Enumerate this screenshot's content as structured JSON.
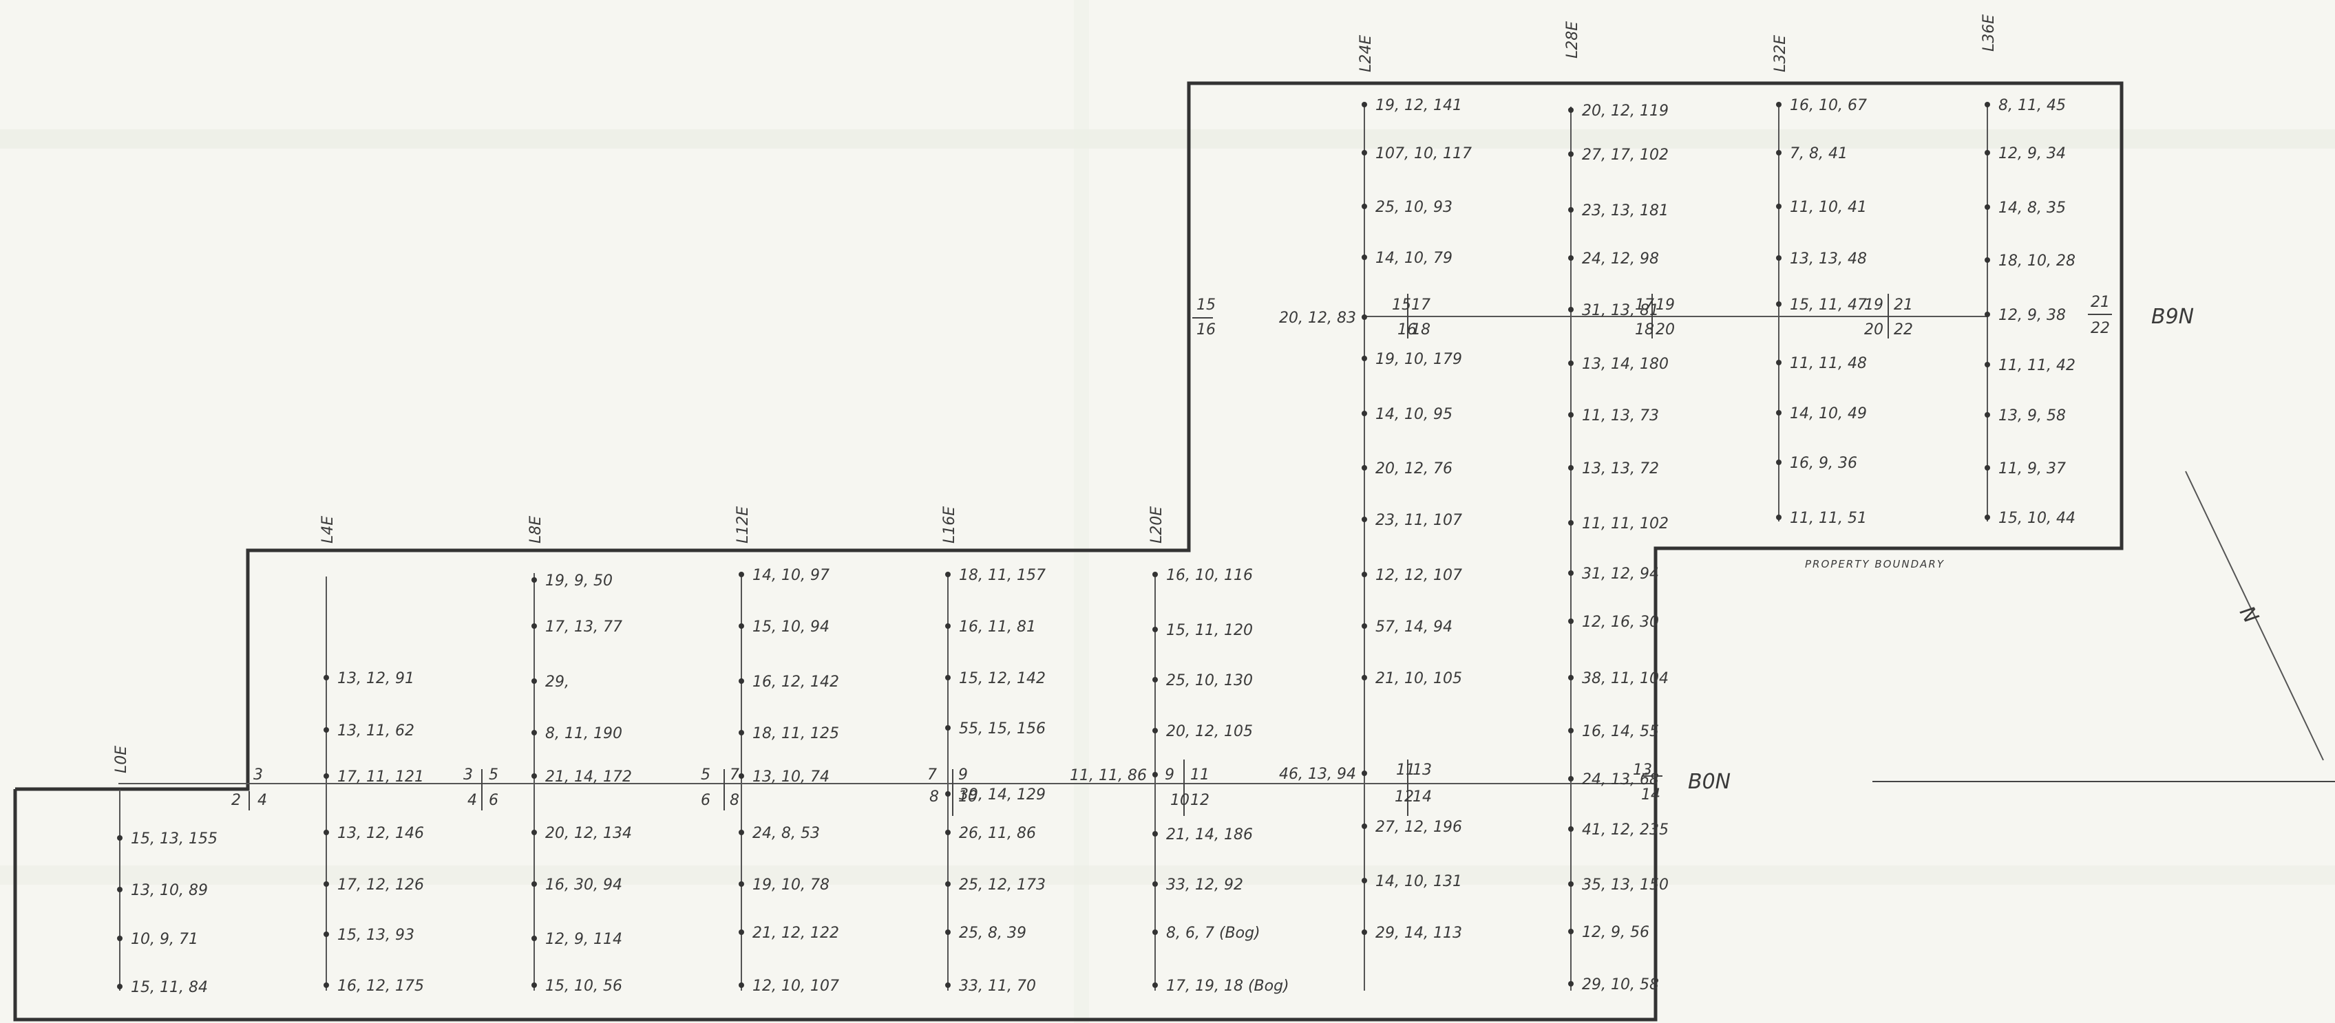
{
  "line_labels": [
    "L0E",
    "L4E",
    "L8E",
    "L12E",
    "L16E",
    "L20E",
    "L24E",
    "L28E",
    "L32E",
    "L36E"
  ],
  "baselines": [
    "B0N",
    "B9N"
  ],
  "property_label": "PROPERTY BOUNDARY",
  "north": "N",
  "samples": {
    "L0E": [
      "15, 13, 155",
      "13, 10, 89",
      "10, 9, 71",
      "15, 11, 84"
    ],
    "L4E": [
      "13, 12, 91",
      "13, 11, 62",
      "17, 11, 121",
      "13, 12, 146",
      "17, 12, 126",
      "15, 13, 93",
      "16, 12, 175"
    ],
    "L8E": [
      "19, 9, 50",
      "17, 13, 77",
      "29,",
      "8, 11, 190",
      "21, 14, 172",
      "20, 12, 134",
      "16, 30, 94",
      "12, 9, 114",
      "15, 10, 56"
    ],
    "L12E": [
      "14, 10, 97",
      "15, 10, 94",
      "16, 12, 142",
      "18, 11, 125",
      "13, 10, 74",
      "24, 8, 53",
      "19, 10, 78",
      "21, 12, 122",
      "12, 10, 107"
    ],
    "L16E": [
      "18, 11, 157",
      "16, 11, 81",
      "15, 12, 142",
      "55, 15, 156",
      "39, 14, 129",
      "26, 11, 86",
      "25, 12, 173",
      "25, 8, 39",
      "33, 11, 70"
    ],
    "L20E": [
      "16, 10, 116",
      "15, 11, 120",
      "25, 10, 130",
      "20, 12, 105",
      "11, 11, 86",
      "21, 14, 186",
      "33, 12, 92",
      "8, 6, 7 (Bog)",
      "17, 19, 18 (Bog)"
    ],
    "L24E": [
      "19, 12, 141",
      "107, 10, 117",
      "25, 10, 93",
      "14, 10, 79",
      "20, 12, 83",
      "19, 10, 179",
      "14, 10, 95",
      "20, 12, 76",
      "23, 11, 107",
      "12, 12, 107",
      "57, 14, 94",
      "21, 10, 105",
      "46, 13, 94",
      "27, 12, 196",
      "14, 10, 131",
      "29, 14, 113"
    ],
    "L28E": [
      "20, 12, 119",
      "27, 17, 102",
      "23, 13, 181",
      "24, 12, 98",
      "31, 13, 81",
      "13, 14, 180",
      "11, 13, 73",
      "13, 13, 72",
      "11, 11, 102",
      "31, 12, 94",
      "12, 16, 30",
      "38, 11, 104",
      "16, 14, 55",
      "24, 13, 68",
      "41, 12, 235",
      "35, 13, 150",
      "12, 9, 56",
      "29, 10, 58"
    ],
    "L32E": [
      "16, 10, 67",
      "7, 8, 41",
      "11, 10, 41",
      "13, 13, 48",
      "15, 11, 47",
      "11, 11, 48",
      "14, 10, 49",
      "16, 9, 36",
      "11, 11, 51"
    ],
    "L36E": [
      "8, 11, 45",
      "12, 9, 34",
      "14, 8, 35",
      "18, 10, 28",
      "12, 9, 38",
      "11, 11, 42",
      "13, 9, 58",
      "11, 9, 37",
      "15, 10, 44"
    ]
  },
  "grid_labels": [
    "2",
    "3",
    "4",
    "3",
    "4",
    "5",
    "6",
    "5",
    "6",
    "7",
    "8",
    "7",
    "8",
    "9",
    "10",
    "9",
    "10",
    "11",
    "12",
    "11",
    "12",
    "13",
    "14",
    "13",
    "14",
    "15",
    "16",
    "15",
    "16",
    "17",
    "18",
    "17",
    "18",
    "19",
    "20",
    "19",
    "20",
    "21",
    "22",
    "21",
    "22"
  ]
}
